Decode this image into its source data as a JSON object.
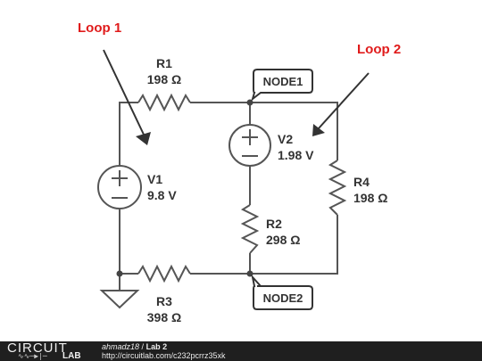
{
  "loops": [
    {
      "label": "Loop 1"
    },
    {
      "label": "Loop 2"
    }
  ],
  "components": {
    "r1": {
      "name": "R1",
      "value": "198 Ω"
    },
    "r2": {
      "name": "R2",
      "value": "298 Ω"
    },
    "r3": {
      "name": "R3",
      "value": "398 Ω"
    },
    "r4": {
      "name": "R4",
      "value": "198 Ω"
    },
    "v1": {
      "name": "V1",
      "value": "9.8 V"
    },
    "v2": {
      "name": "V2",
      "value": "1.98 V"
    }
  },
  "nodes": {
    "node1": "NODE1",
    "node2": "NODE2"
  },
  "footer": {
    "logo_top": "CIRCUIT",
    "logo_bottom": "LAB",
    "author": "ahmadz18",
    "separator": "/",
    "circuit_name": "Lab 2",
    "url": "http://circuitlab.com/c232pcrrz35xk"
  },
  "colors": {
    "wire": "#555555",
    "loop_label": "#e01b1b",
    "footer_bg": "#1f1f1f"
  }
}
